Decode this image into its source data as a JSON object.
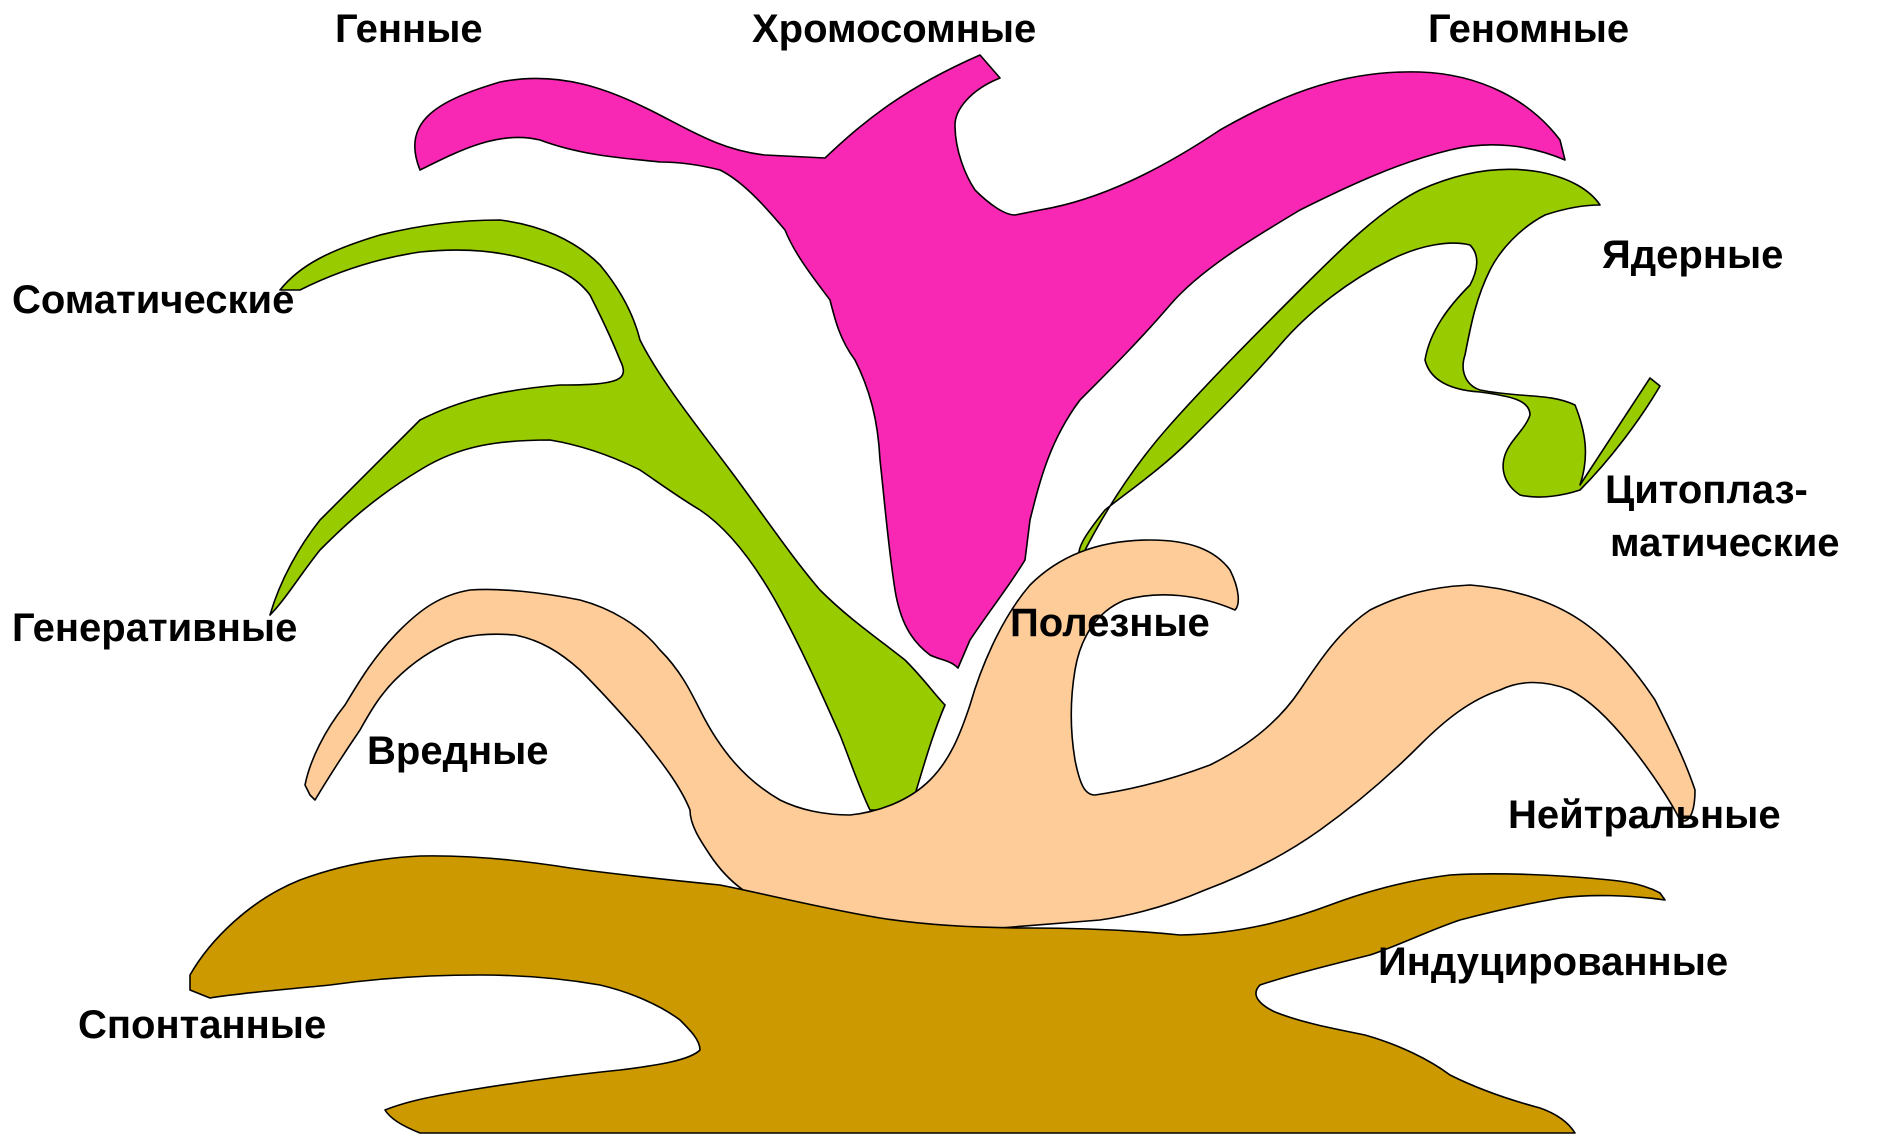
{
  "diagram": {
    "colors": {
      "pink": "#f928b4",
      "green": "#99cc00",
      "peach": "#fdcc99",
      "brown": "#cc9900",
      "label_pink": "#f228b4",
      "label_green_light": "#339933",
      "label_green_dark": "#006600",
      "label_gold": "#cc9900",
      "label_brown": "#996633"
    },
    "labels": {
      "gennye": "Генные",
      "khromosomnye": "Хромосомные",
      "genomnye": "Геномные",
      "somaticheskie": "Соматические",
      "generativnye": "Генеративные",
      "yadernye": "Ядерные",
      "citoplaz_line1": "Цитоплаз-",
      "citoplaz_line2": "матические",
      "poleznye": "Полезные",
      "vrednye": "Вредные",
      "neitralnye": "Нейтральные",
      "spontannye": "Спонтанные",
      "inducirovannye": "Индуцированные"
    }
  }
}
